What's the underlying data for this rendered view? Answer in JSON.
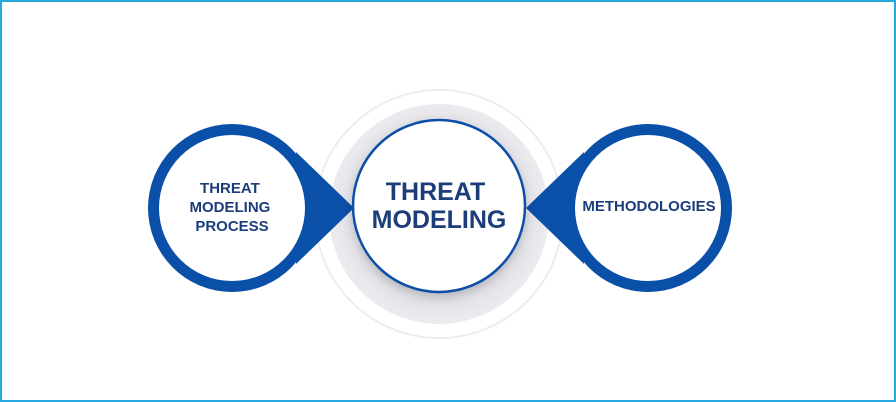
{
  "diagram": {
    "left_node": {
      "lines": [
        "THREAT",
        "MODELING",
        "PROCESS"
      ]
    },
    "center_node": {
      "lines": [
        "THREAT",
        "MODELING"
      ]
    },
    "right_node": {
      "lines": [
        "METHODOLOGIES"
      ]
    }
  },
  "colors": {
    "frame_border": "#29a8df",
    "ring_blue": "#0a4fa8",
    "text_navy": "#1b3d7a",
    "halo_gray": "#e3e3e8",
    "outer_ring_gray": "#eeeeef"
  }
}
